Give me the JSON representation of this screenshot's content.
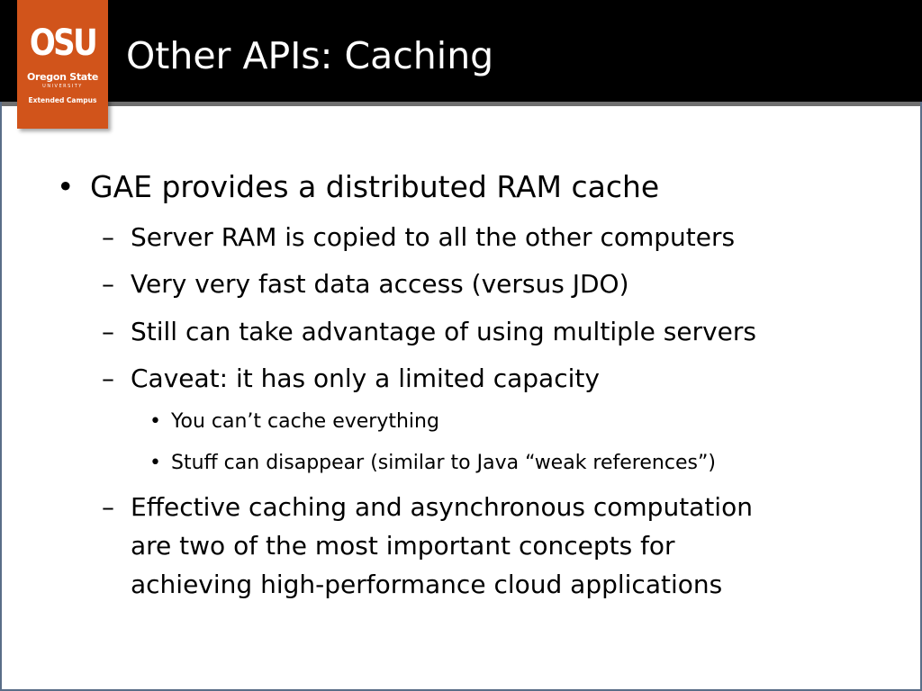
{
  "header": {
    "title": "Other APIs: Caching",
    "logo": {
      "mark": "OSU",
      "line1": "Oregon State",
      "line2": "UNIVERSITY",
      "line3": "Extended Campus"
    }
  },
  "content": {
    "bullet_glyph": "•",
    "dash_glyph": "–",
    "subbullet_glyph": "•",
    "item1": "GAE provides a distributed RAM cache",
    "item1_1": "Server RAM is copied to all the other computers",
    "item1_2": "Very very fast data access (versus JDO)",
    "item1_3": "Still can take advantage of using multiple servers",
    "item1_4": "Caveat: it has only a limited capacity",
    "item1_4_1": "You can’t cache everything",
    "item1_4_2": "Stuff can disappear (similar to Java “weak references”)",
    "item1_5_lines": [
      "Effective caching and asynchronous computation",
      "are two of the most important concepts for",
      "achieving high-performance cloud applications"
    ]
  },
  "colors": {
    "title_bar": "#000000",
    "logo_orange": "#d1541b",
    "frame": "#5a6e88"
  }
}
